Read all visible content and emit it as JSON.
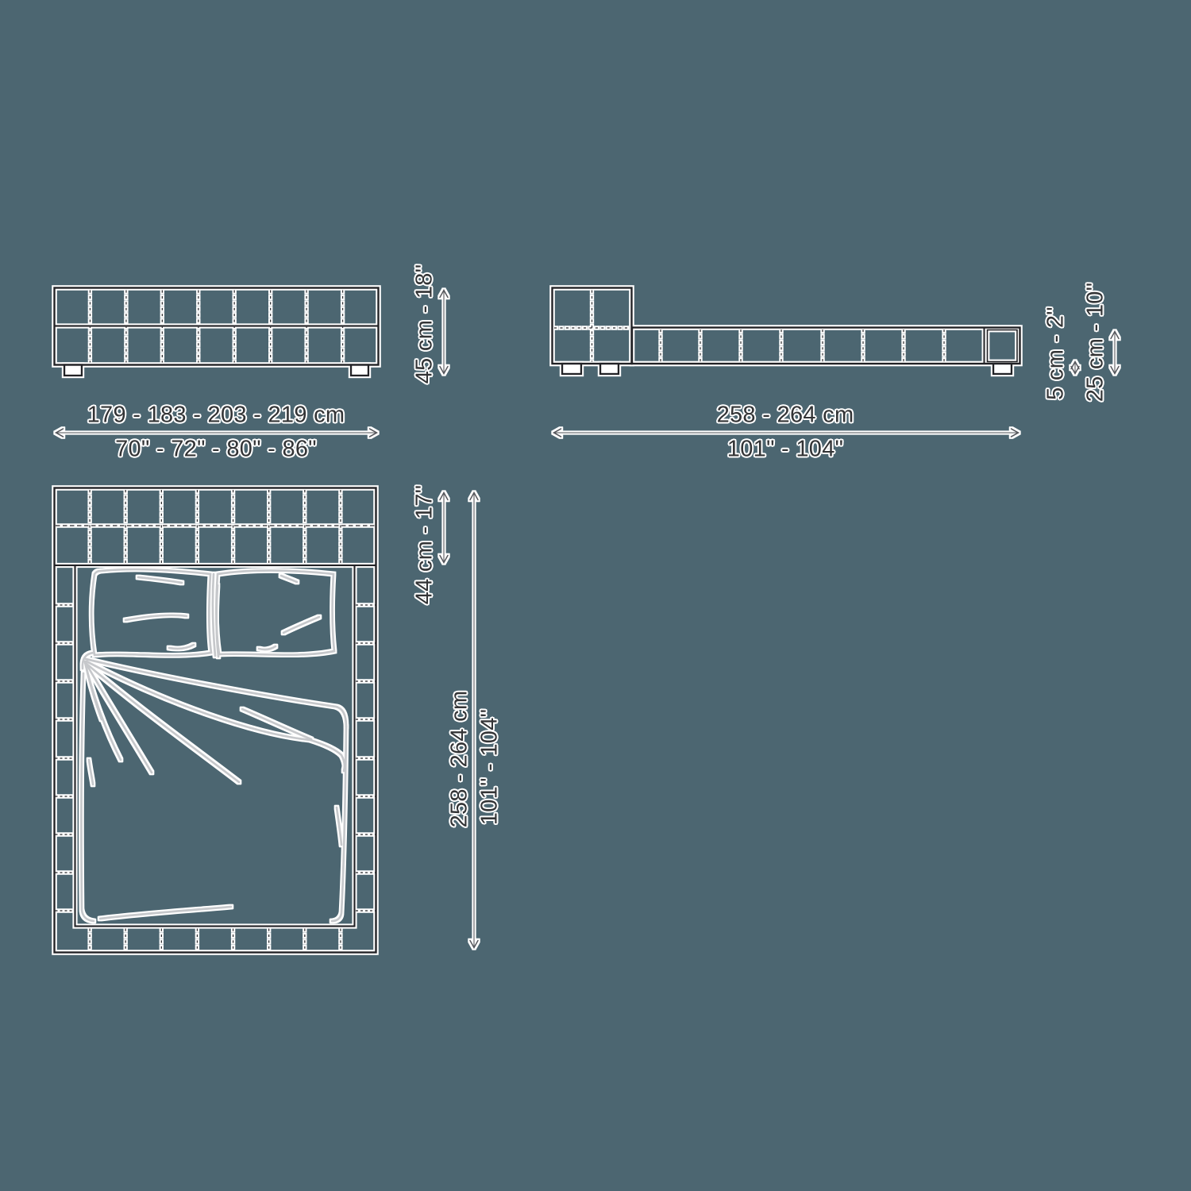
{
  "drawing": {
    "subject": "bed-dimension-diagram",
    "background_color": "#4c6671",
    "line_color": "#232327",
    "dimension_line_color": "#686a6e",
    "sketch_color": "#c6c8cb",
    "text_color": "#333436",
    "views": {
      "front": {
        "width_cm": "179 - 183 - 203 - 219 cm",
        "width_in": "70\" - 72\" - 80\" - 86\"",
        "height": "45 cm - 18\""
      },
      "side": {
        "length_cm": "258 - 264 cm",
        "length_in": "101\" - 104\"",
        "leg_height": "5 cm - 2\"",
        "base_height": "25 cm - 10\""
      },
      "top": {
        "headboard_depth": "44 cm - 17\"",
        "length_cm": "258 - 264 cm",
        "length_in": "101\" - 104\""
      }
    }
  }
}
